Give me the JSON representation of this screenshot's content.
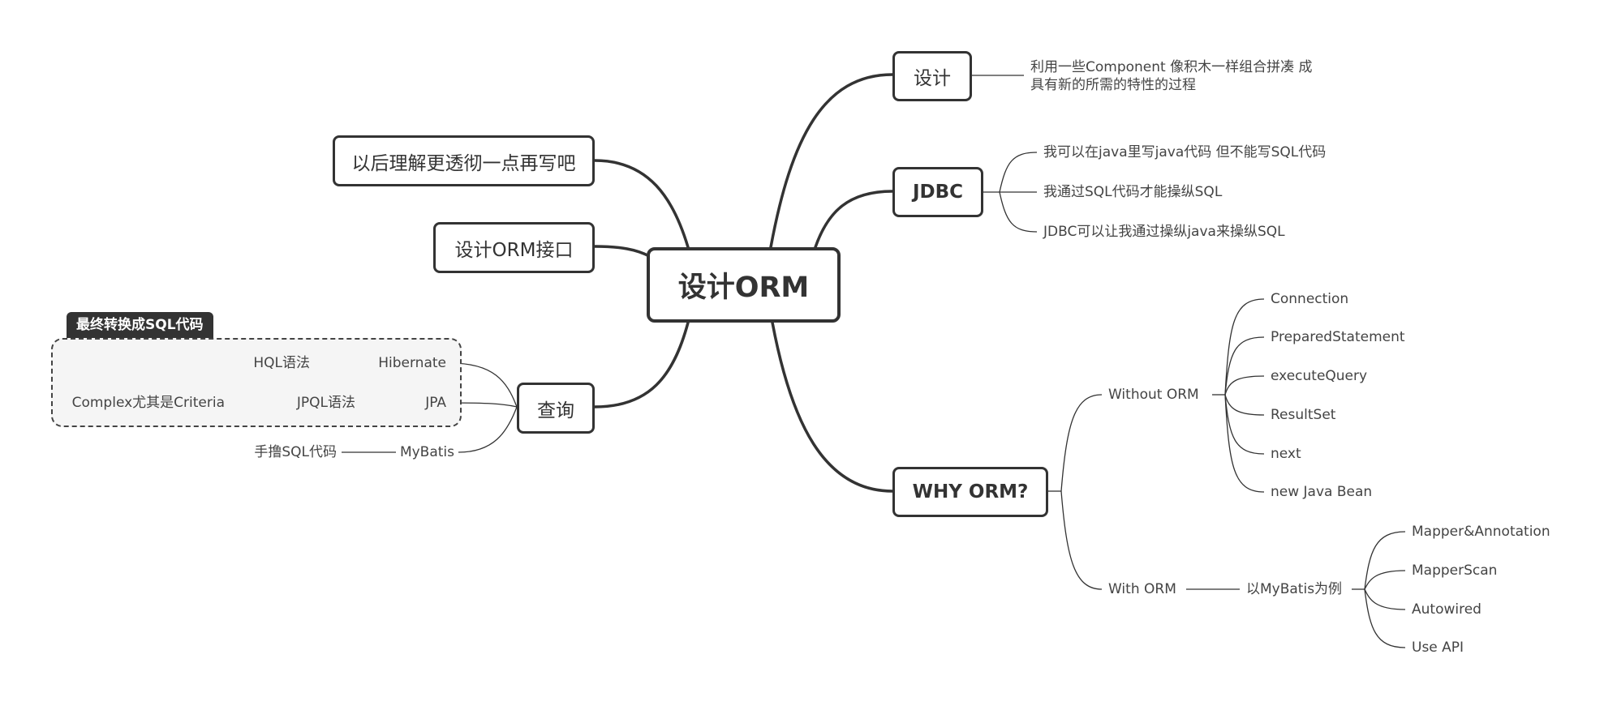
{
  "root": {
    "label": "设计ORM"
  },
  "left": {
    "later": "以后理解更透彻一点再写吧",
    "interface": "设计ORM接口",
    "query": {
      "label": "查询",
      "boundary_title": "最终转换成SQL代码",
      "hibernate": {
        "label": "Hibernate",
        "detail": "HQL语法"
      },
      "jpa": {
        "label": "JPA",
        "detail": "JPQL语法",
        "sub": "Complex尤其是Criteria"
      },
      "mybatis": {
        "label": "MyBatis",
        "detail": "手撸SQL代码"
      }
    }
  },
  "right": {
    "design": {
      "label": "设计",
      "detail_line1": "利用一些Component 像积木一样组合拼凑 成",
      "detail_line2": "具有新的所需的特性的过程"
    },
    "jdbc": {
      "label": "JDBC",
      "items": [
        "我可以在java里写java代码 但不能写SQL代码",
        "我通过SQL代码才能操纵SQL",
        "JDBC可以让我通过操纵java来操纵SQL"
      ]
    },
    "why": {
      "label": "WHY ORM?",
      "without": {
        "label": "Without ORM",
        "items": [
          "Connection",
          "PreparedStatement",
          "executeQuery",
          "ResultSet",
          "next",
          "new Java Bean"
        ]
      },
      "with": {
        "label": "With ORM",
        "example": "以MyBatis为例",
        "items": [
          "Mapper&Annotation",
          "MapperScan",
          "Autowired",
          "Use API"
        ]
      }
    }
  }
}
